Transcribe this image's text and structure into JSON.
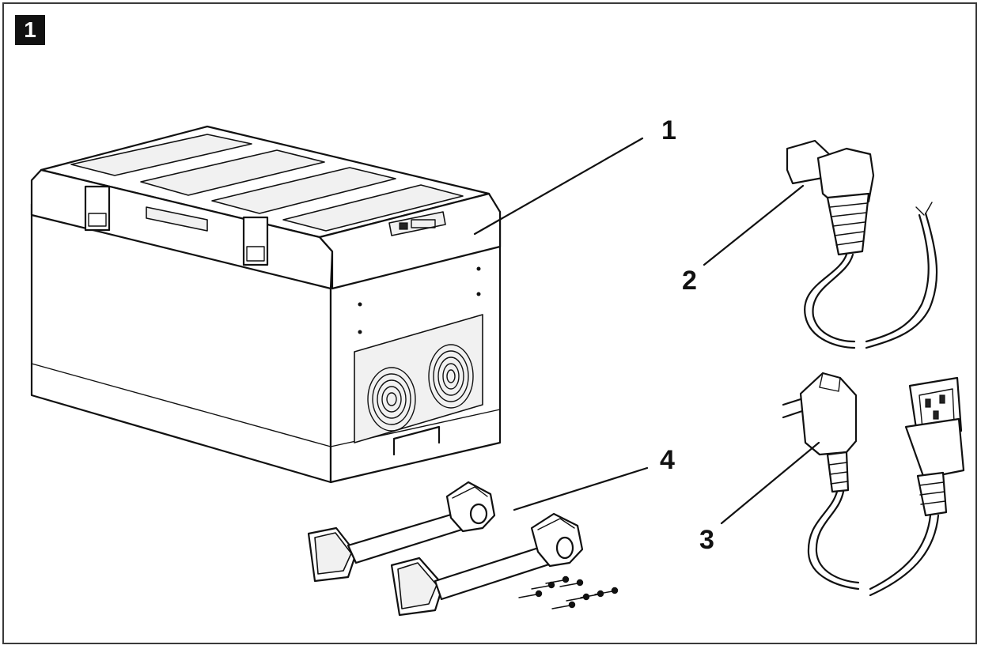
{
  "figure": {
    "badge": "1"
  },
  "callouts": {
    "cool_box": "1",
    "dc_cable": "2",
    "ac_cable": "3",
    "handles": "4"
  }
}
